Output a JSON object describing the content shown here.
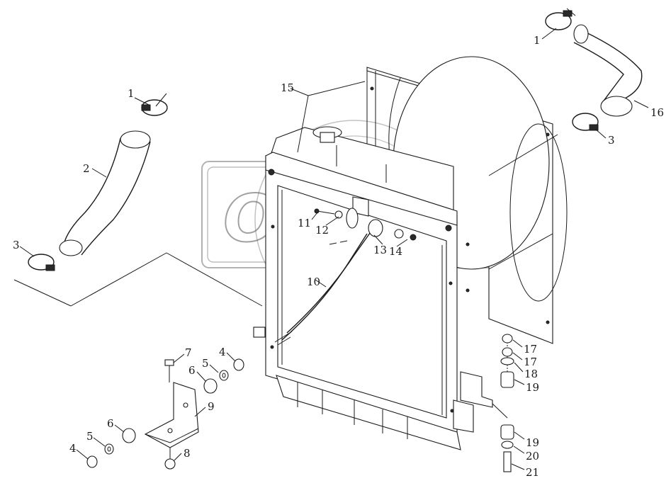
{
  "watermark": "OFEX",
  "callouts": [
    {
      "id": "c1a",
      "text": "1"
    },
    {
      "id": "c2",
      "text": "2"
    },
    {
      "id": "c3a",
      "text": "3"
    },
    {
      "id": "c1b",
      "text": "1"
    },
    {
      "id": "c16",
      "text": "16"
    },
    {
      "id": "c3b",
      "text": "3"
    },
    {
      "id": "c15",
      "text": "15"
    },
    {
      "id": "c11",
      "text": "11"
    },
    {
      "id": "c12",
      "text": "12"
    },
    {
      "id": "c13",
      "text": "13"
    },
    {
      "id": "c14",
      "text": "14"
    },
    {
      "id": "c10",
      "text": "10"
    },
    {
      "id": "c7",
      "text": "7"
    },
    {
      "id": "c5a",
      "text": "5"
    },
    {
      "id": "c4a",
      "text": "4"
    },
    {
      "id": "c6a",
      "text": "6"
    },
    {
      "id": "c9",
      "text": "9"
    },
    {
      "id": "c6b",
      "text": "6"
    },
    {
      "id": "c5b",
      "text": "5"
    },
    {
      "id": "c4b",
      "text": "4"
    },
    {
      "id": "c8",
      "text": "8"
    },
    {
      "id": "c17a",
      "text": "17"
    },
    {
      "id": "c17b",
      "text": "17"
    },
    {
      "id": "c18",
      "text": "18"
    },
    {
      "id": "c19a",
      "text": "19"
    },
    {
      "id": "c19b",
      "text": "19"
    },
    {
      "id": "c20",
      "text": "20"
    },
    {
      "id": "c21",
      "text": "21"
    }
  ]
}
